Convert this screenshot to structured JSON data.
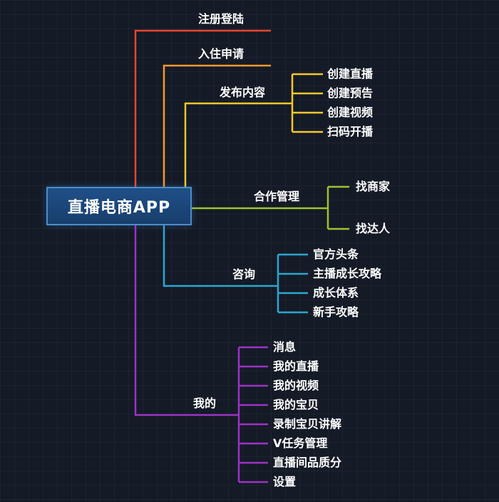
{
  "root": {
    "label": "直播电商APP"
  },
  "branches": [
    {
      "label": "注册登陆",
      "color": "#e8462c",
      "children": []
    },
    {
      "label": "入住申请",
      "color": "#f29a2c",
      "children": []
    },
    {
      "label": "发布内容",
      "color": "#f2c82c",
      "children": [
        "创建直播",
        "创建预告",
        "创建视频",
        "扫码开播"
      ]
    },
    {
      "label": "合作管理",
      "color": "#9bc42c",
      "children": [
        "找商家",
        "找达人"
      ]
    },
    {
      "label": "咨询",
      "color": "#2ca6cf",
      "children": [
        "官方头条",
        "主播成长攻略",
        "成长体系",
        "新手攻略"
      ]
    },
    {
      "label": "我的",
      "color": "#9c32c4",
      "children": [
        "消息",
        "我的直播",
        "我的视频",
        "我的宝贝",
        "录制宝贝讲解",
        "V任务管理",
        "直播间品质分",
        "设置"
      ]
    }
  ]
}
